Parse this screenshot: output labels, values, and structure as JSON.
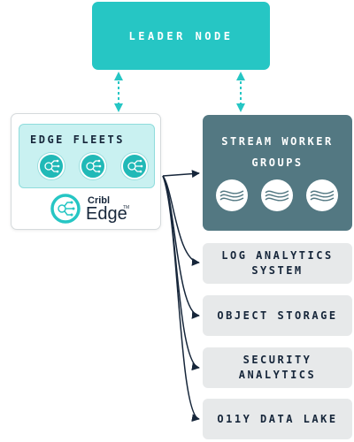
{
  "leader": {
    "label": "LEADER NODE"
  },
  "edge": {
    "fleet_label": "EDGE FLEETS",
    "brand_top": "Cribl",
    "brand_name": "Edge",
    "brand_tm": "TM"
  },
  "stream": {
    "label": "STREAM WORKER\nGROUPS"
  },
  "destinations": [
    {
      "label": "LOG ANALYTICS\nSYSTEM"
    },
    {
      "label": "OBJECT STORAGE"
    },
    {
      "label": "SECURITY\nANALYTICS"
    },
    {
      "label": "O11Y DATA LAKE"
    }
  ],
  "colors": {
    "teal": "#26c6c4",
    "slate": "#537882",
    "navy": "#16263a",
    "light_gray": "#e7e9ea",
    "fleet_bg": "#c9f1f1"
  }
}
